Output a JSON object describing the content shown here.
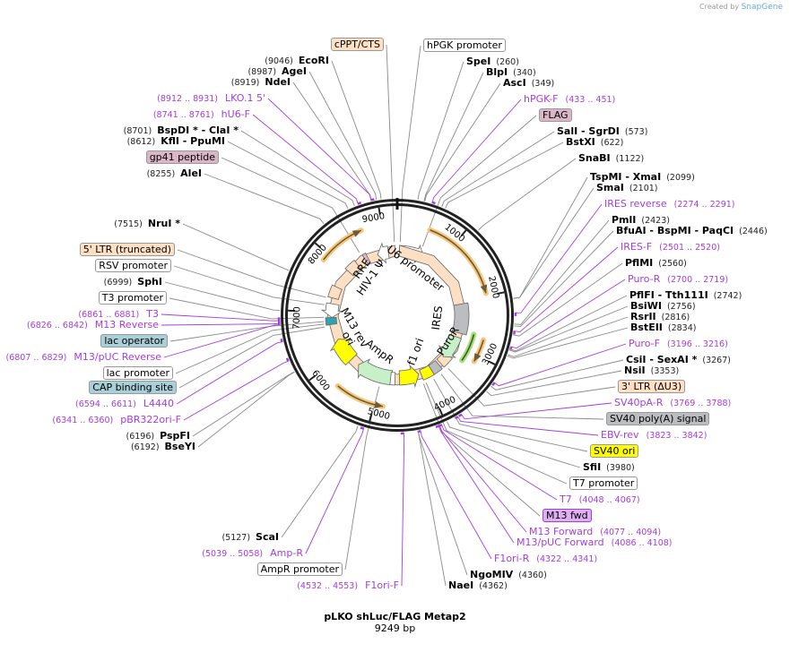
{
  "credit": {
    "prefix": "Created by",
    "brand": "SnapGene"
  },
  "plasmid": {
    "name": "pLKO shLuc/FLAG Metap2",
    "size": "9249 bp",
    "length_bp": 9249
  },
  "ticks": [
    "1000",
    "2000",
    "3000",
    "4000",
    "5000",
    "6000",
    "7000",
    "8000",
    "9000"
  ],
  "inner_features": {
    "u6": "U6 promoter",
    "rre": "RRE",
    "psi": "HIV-1 Ψ",
    "ires": "IRES",
    "puro": "PuroR",
    "f1": "f1 ori",
    "ampr": "AmpR",
    "ori": "ori",
    "m13rev": "M13 rev"
  },
  "colors": {
    "primer": "#a43ce0",
    "orf": "#f9c77a",
    "feature_beige": "#fde0c4",
    "feature_pink": "#dbb6c6",
    "feature_teal": "#a9cfd8",
    "feature_gray": "#bcbdc0",
    "feature_yellow": "#ffff00",
    "feature_purple": "#deb0f0",
    "resistance_green": "#c8f0c8"
  },
  "left_labels": [
    {
      "type": "feature",
      "name": "cPPT/CTS",
      "color": "#fde0c4"
    },
    {
      "type": "enzyme",
      "pos": "(9046)",
      "name": "EcoRI"
    },
    {
      "type": "enzyme",
      "pos": "(8987)",
      "name": "AgeI"
    },
    {
      "type": "enzyme",
      "pos": "(8919)",
      "name": "NdeI"
    },
    {
      "type": "primer",
      "pos": "(8912 .. 8931)",
      "name": "LKO.1 5'"
    },
    {
      "type": "primer",
      "pos": "(8741 .. 8761)",
      "name": "hU6-F"
    },
    {
      "type": "enzyme",
      "pos": "(8701)",
      "name": "BspDI *  - ClaI *"
    },
    {
      "type": "enzyme",
      "pos": "(8612)",
      "name": "KflI   - PpuMI"
    },
    {
      "type": "feature",
      "name": "gp41 peptide",
      "color": "#dbb6c6"
    },
    {
      "type": "enzyme",
      "pos": "(8255)",
      "name": "AleI"
    },
    {
      "type": "enzyme",
      "pos": "(7515)",
      "name": "NruI *"
    },
    {
      "type": "feature",
      "name": "5' LTR (truncated)",
      "color": "#fde0c4"
    },
    {
      "type": "feature",
      "name": "RSV promoter",
      "color": "#ffffff"
    },
    {
      "type": "enzyme",
      "pos": "(6999)",
      "name": "SphI"
    },
    {
      "type": "feature",
      "name": "T3 promoter",
      "color": "#ffffff"
    },
    {
      "type": "primer",
      "pos": "(6861 .. 6881)",
      "name": "T3"
    },
    {
      "type": "primer",
      "pos": "(6826 .. 6842)",
      "name": "M13 Reverse"
    },
    {
      "type": "feature",
      "name": "lac operator",
      "color": "#a9cfd8"
    },
    {
      "type": "primer",
      "pos": "(6807 .. 6829)",
      "name": "M13/pUC Reverse"
    },
    {
      "type": "feature",
      "name": "lac promoter",
      "color": "#ffffff"
    },
    {
      "type": "feature",
      "name": "CAP binding site",
      "color": "#a9cfd8"
    },
    {
      "type": "primer",
      "pos": "(6594 .. 6611)",
      "name": "L4440"
    },
    {
      "type": "primer",
      "pos": "(6341 .. 6360)",
      "name": "pBR322ori-F"
    },
    {
      "type": "enzyme",
      "pos": "(6196)",
      "name": "PspFI"
    },
    {
      "type": "enzyme",
      "pos": "(6192)",
      "name": "BseYI"
    },
    {
      "type": "enzyme",
      "pos": "(5127)",
      "name": "ScaI"
    },
    {
      "type": "primer",
      "pos": "(5039 .. 5058)",
      "name": "Amp-R"
    },
    {
      "type": "feature",
      "name": "AmpR promoter",
      "color": "#ffffff"
    },
    {
      "type": "primer",
      "pos": "(4532 .. 4553)",
      "name": "F1ori-F"
    }
  ],
  "right_labels": [
    {
      "type": "feature",
      "name": "hPGK promoter",
      "color": "#ffffff"
    },
    {
      "type": "enzyme",
      "name": "SpeI",
      "pos": "(260)"
    },
    {
      "type": "enzyme",
      "name": "BlpI",
      "pos": "(340)"
    },
    {
      "type": "enzyme",
      "name": "AscI",
      "pos": "(349)"
    },
    {
      "type": "primer",
      "name": "hPGK-F",
      "pos": "(433 .. 451)"
    },
    {
      "type": "feature",
      "name": "FLAG",
      "color": "#dbb6c6"
    },
    {
      "type": "enzyme",
      "name": "SalI   - SgrDI",
      "pos": "(573)"
    },
    {
      "type": "enzyme",
      "name": "BstXI",
      "pos": "(622)"
    },
    {
      "type": "enzyme",
      "name": "SnaBI",
      "pos": "(1122)"
    },
    {
      "type": "enzyme",
      "name": "TspMI   - XmaI",
      "pos": "(2099)"
    },
    {
      "type": "enzyme",
      "name": "SmaI",
      "pos": "(2101)"
    },
    {
      "type": "primer",
      "name": "IRES reverse",
      "pos": "(2274 .. 2291)"
    },
    {
      "type": "enzyme",
      "name": "PmlI",
      "pos": "(2423)"
    },
    {
      "type": "enzyme",
      "name": "BfuAI   - BspMI   - PaqCI",
      "pos": "(2446)"
    },
    {
      "type": "primer",
      "name": "IRES-F",
      "pos": "(2501 .. 2520)"
    },
    {
      "type": "enzyme",
      "name": "PflMI",
      "pos": "(2560)"
    },
    {
      "type": "primer",
      "name": "Puro-R",
      "pos": "(2700 .. 2719)"
    },
    {
      "type": "enzyme",
      "name": "PflFI   - Tth111I",
      "pos": "(2742)"
    },
    {
      "type": "enzyme",
      "name": "BsiWI",
      "pos": "(2756)"
    },
    {
      "type": "enzyme",
      "name": "RsrII",
      "pos": "(2816)"
    },
    {
      "type": "enzyme",
      "name": "BstEII",
      "pos": "(2834)"
    },
    {
      "type": "primer",
      "name": "Puro-F",
      "pos": "(3196 .. 3216)"
    },
    {
      "type": "enzyme",
      "name": "CsiI   - SexAI *",
      "pos": "(3267)"
    },
    {
      "type": "enzyme",
      "name": "NsiI",
      "pos": "(3353)"
    },
    {
      "type": "feature",
      "name": "3' LTR (ΔU3)",
      "color": "#fde0c4"
    },
    {
      "type": "primer",
      "name": "SV40pA-R",
      "pos": "(3769 .. 3788)"
    },
    {
      "type": "feature",
      "name": "SV40 poly(A) signal",
      "color": "#bcbdc0"
    },
    {
      "type": "primer",
      "name": "EBV-rev",
      "pos": "(3823 .. 3842)"
    },
    {
      "type": "feature",
      "name": "SV40 ori",
      "color": "#ffff00"
    },
    {
      "type": "enzyme",
      "name": "SfiI",
      "pos": "(3980)"
    },
    {
      "type": "feature",
      "name": "T7 promoter",
      "color": "#ffffff"
    },
    {
      "type": "primer",
      "name": "T7",
      "pos": "(4048 .. 4067)"
    },
    {
      "type": "feature",
      "name": "M13 fwd",
      "color": "#deb0f0"
    },
    {
      "type": "primer",
      "name": "M13 Forward",
      "pos": "(4077 .. 4094)"
    },
    {
      "type": "primer",
      "name": "M13/pUC Forward",
      "pos": "(4086 .. 4108)"
    },
    {
      "type": "primer",
      "name": "F1ori-R",
      "pos": "(4322 .. 4341)"
    },
    {
      "type": "enzyme",
      "name": "NgoMIV",
      "pos": "(4360)"
    },
    {
      "type": "enzyme",
      "name": "NaeI",
      "pos": "(4362)"
    }
  ]
}
